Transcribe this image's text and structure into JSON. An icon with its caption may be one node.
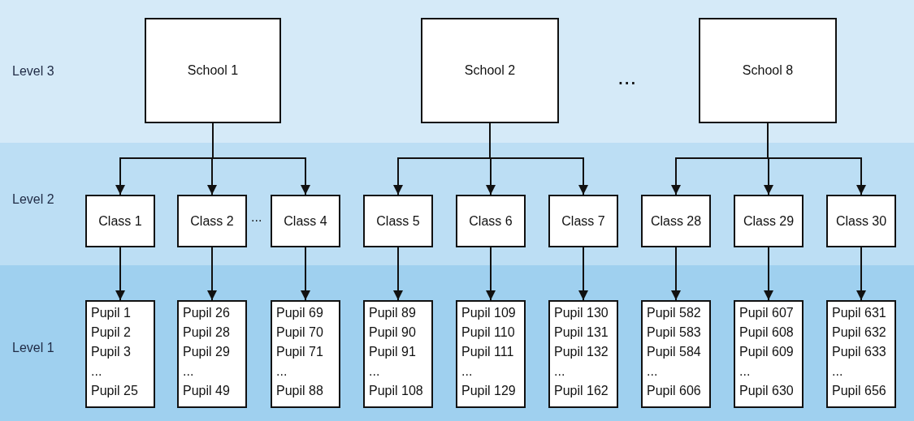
{
  "diagram": {
    "nodes": [
      {
        "text": [
          "Level 3"
        ]
      },
      {
        "text": [
          "Level 2"
        ]
      },
      {
        "text": [
          "Level 1"
        ]
      },
      {
        "text": [
          "School 1"
        ],
        "in": 0
      },
      {
        "text": [
          "School 2"
        ],
        "in": 0
      },
      {
        "text": [
          "School 8"
        ],
        "in": 0
      },
      {
        "text": [
          "Class 1"
        ],
        "in": 1
      },
      {
        "text": [
          "Class 2"
        ],
        "in": 1
      },
      {
        "text": [
          "Class 4"
        ],
        "in": 1
      },
      {
        "text": [
          "Class 5"
        ],
        "in": 1
      },
      {
        "text": [
          "Class 6"
        ],
        "in": 1
      },
      {
        "text": [
          "Class 7"
        ],
        "in": 1
      },
      {
        "text": [
          "Class 28"
        ],
        "in": 1
      },
      {
        "text": [
          "Class 29"
        ],
        "in": 1
      },
      {
        "text": [
          "Class 30"
        ],
        "in": 1
      },
      {
        "text": [
          "Pupil 1",
          "Pupil 2",
          "Pupil 3",
          "...",
          "Pupil 25"
        ],
        "in": 2
      },
      {
        "text": [
          "Pupil 26",
          "Pupil 28",
          "Pupil 29",
          "...",
          "Pupil 49"
        ],
        "in": 2
      },
      {
        "text": [
          "Pupil 69",
          "Pupil 70",
          "Pupil 71",
          "...",
          "Pupil 88"
        ],
        "in": 2
      },
      {
        "text": [
          "Pupil 89",
          "Pupil 90",
          "Pupil 91",
          "...",
          "Pupil 108"
        ],
        "in": 2
      },
      {
        "text": [
          "Pupil 109",
          "Pupil 110",
          "Pupil 111",
          "...",
          "Pupil 129"
        ],
        "in": 2
      },
      {
        "text": [
          "Pupil 130",
          "Pupil 131",
          "Pupil 132",
          "...",
          "Pupil 162"
        ],
        "in": 2
      },
      {
        "text": [
          "Pupil 582",
          "Pupil 583",
          "Pupil 584",
          "...",
          "Pupil 606"
        ],
        "in": 2
      },
      {
        "text": [
          "Pupil 607",
          "Pupil 608",
          "Pupil 609",
          "...",
          "Pupil 630"
        ],
        "in": 2
      },
      {
        "text": [
          "Pupil 631",
          "Pupil 632",
          "Pupil 633",
          "...",
          "Pupil 656"
        ],
        "in": 2
      }
    ],
    "edges": [
      {
        "from": 3,
        "to": 6,
        "arrow": "to"
      },
      {
        "from": 3,
        "to": 7,
        "arrow": "to"
      },
      {
        "from": 3,
        "to": 8,
        "arrow": "to"
      },
      {
        "from": 4,
        "to": 9,
        "arrow": "to"
      },
      {
        "from": 4,
        "to": 10,
        "arrow": "to"
      },
      {
        "from": 4,
        "to": 11,
        "arrow": "to"
      },
      {
        "from": 5,
        "to": 12,
        "arrow": "to"
      },
      {
        "from": 5,
        "to": 13,
        "arrow": "to"
      },
      {
        "from": 5,
        "to": 14,
        "arrow": "to"
      },
      {
        "from": 6,
        "to": 15,
        "arrow": "to"
      },
      {
        "from": 7,
        "to": 16,
        "arrow": "to"
      },
      {
        "from": 8,
        "to": 17,
        "arrow": "to"
      },
      {
        "from": 9,
        "to": 18,
        "arrow": "to"
      },
      {
        "from": 10,
        "to": 19,
        "arrow": "to"
      },
      {
        "from": 11,
        "to": 20,
        "arrow": "to"
      },
      {
        "from": 12,
        "to": 21,
        "arrow": "to"
      },
      {
        "from": 13,
        "to": 22,
        "arrow": "to"
      },
      {
        "from": 14,
        "to": 23,
        "arrow": "to"
      }
    ],
    "labels": [
      "...",
      "..."
    ]
  }
}
